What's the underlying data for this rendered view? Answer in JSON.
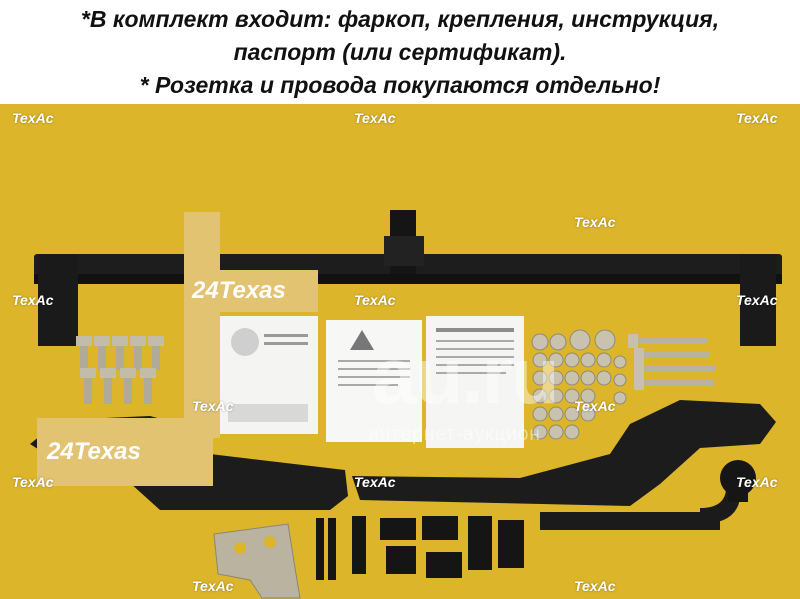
{
  "header": {
    "line1": "*В комплект входит: фаркоп, крепления, инструкция,",
    "line2": "паспорт (или сертификат).",
    "line3": "* Розетка и провода покупаются отдельно!"
  },
  "watermarks": {
    "shop": "TexAc",
    "stamp_top": "24Texas",
    "stamp_bottom": "24Texas",
    "site": "au.ru",
    "site_sub": "интернет-аукцион"
  },
  "colors": {
    "background": "#dcb52b",
    "header_bg": "#ffffff",
    "header_text": "#111111",
    "metal_black": "#1c1c1c",
    "bolts": "#b0aa98"
  }
}
